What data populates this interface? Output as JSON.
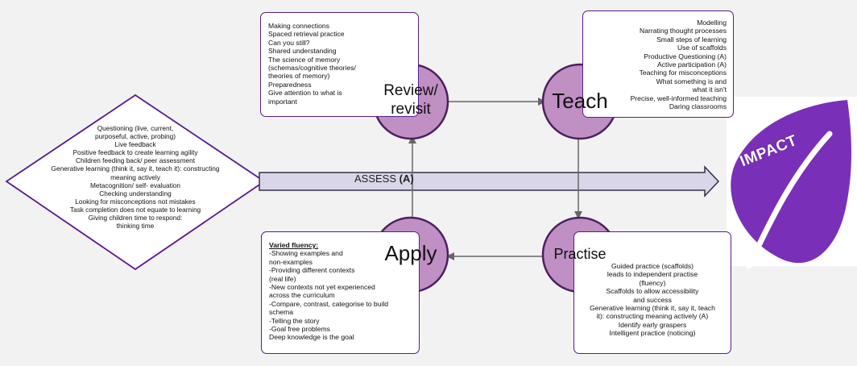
{
  "assess": {
    "label": "ASSESS ",
    "abbr": "(A)"
  },
  "logo": {
    "text": "IMPACT"
  },
  "stages": {
    "review": {
      "line1": "Review/",
      "line2": "revisit"
    },
    "teach": {
      "label": "Teach"
    },
    "practise": {
      "label": "Practise"
    },
    "apply": {
      "label": "Apply"
    }
  },
  "diamond": {
    "lines": [
      "Questioning (live, current,",
      "purposeful, active, probing)",
      "Live feedback",
      "Positive feedback to create learning agility",
      "Children feeding back/ peer assessment",
      "Generative learning (think it, say it, teach it): constructing",
      "meaning actively",
      "Metacognition/ self- evaluation",
      "Checking understanding",
      "Looking for misconceptions not mistakes",
      "Task completion does not equate to learning",
      "Giving children time to respond:",
      "thinking time"
    ]
  },
  "review_box": {
    "lines": [
      "Making connections",
      "Spaced retrieval practice",
      "Can you still?",
      "Shared understanding",
      "The science of memory",
      "(schemas/cognitive theories/",
      "theories of memory)",
      "Preparedness",
      "Give attention to what is",
      "important"
    ]
  },
  "teach_box": {
    "lines": [
      "Modelling",
      "Narrating thought processes",
      "Small steps of learning",
      "Use of scaffolds",
      "Productive Questioning (A)",
      "Active participation (A)",
      "Teaching for misconceptions",
      "What something is and",
      "what it isn't",
      "Precise, well-informed teaching",
      "Daring classrooms"
    ]
  },
  "apply_box": {
    "heading": "Varied fluency:",
    "lines": [
      "-Showing examples and",
      "non-examples",
      "-Providing different contexts",
      "(real life)",
      "-New contexts not yet experienced",
      "across the curriculum",
      "-Compare, contrast, categorise to build",
      "schema",
      "-Telling the story",
      "-Goal free problems",
      "Deep knowledge is the goal"
    ]
  },
  "practise_box": {
    "lines": [
      "Guided practice (scaffolds)",
      "leads to independent practise",
      "(fluency)",
      "Scaffolds to allow accessibility",
      "and success",
      "Generative learning (think it, say it, teach",
      "it): constructing meaning actively (A)",
      "Identify early graspers",
      "Intelligent practice (noticing)"
    ]
  },
  "colors": {
    "circle_fill": "#c08fc4",
    "circle_stroke": "#4a2060",
    "border": "#5b1a8c",
    "leaf": "#7a2fb8",
    "arrow_fill": "#d8d6e8",
    "arrow_stroke": "#333344"
  }
}
